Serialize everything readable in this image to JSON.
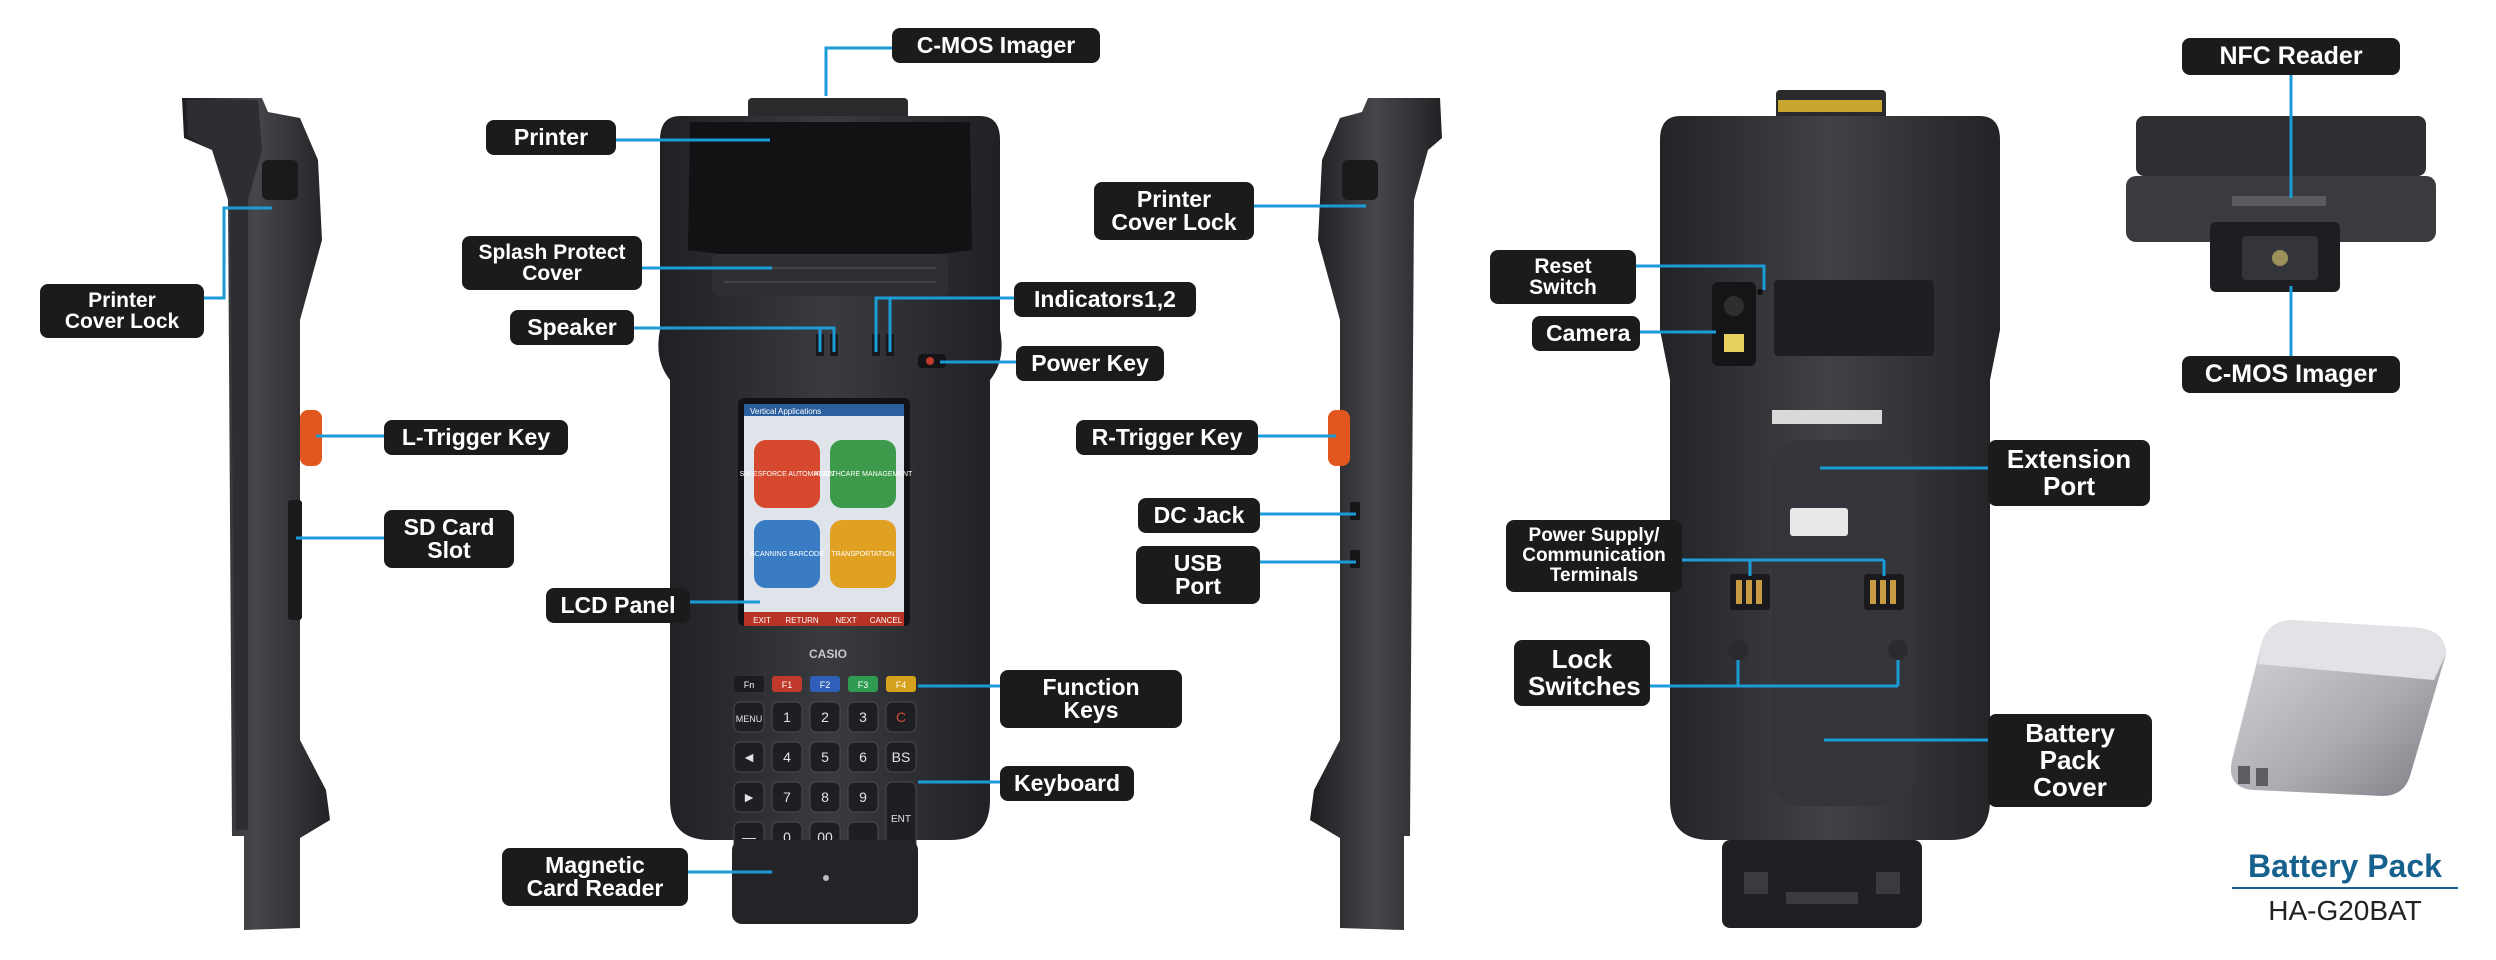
{
  "colors": {
    "leader_line": "#1b9bd7",
    "label_bg": "#1b1b1b",
    "label_text": "#ffffff",
    "body_dark": "#2b2b2e",
    "body_mid": "#3c3d41",
    "accent_orange": "#e2561f",
    "battery_title": "#17618f"
  },
  "labels": {
    "cmos_imager_top": "C-MOS Imager",
    "printer": "Printer",
    "splash_protect_cover": "Splash Protect\nCover",
    "speaker": "Speaker",
    "indicators": "Indicators1,2",
    "power_key": "Power Key",
    "lcd_panel": "LCD Panel",
    "function_keys": "Function Keys",
    "keyboard": "Keyboard",
    "magnetic_card_reader": "Magnetic\nCard Reader",
    "printer_cover_lock_left": "Printer\nCover Lock",
    "l_trigger_key": "L-Trigger Key",
    "sd_card_slot": "SD Card\nSlot",
    "printer_cover_lock_right": "Printer\nCover Lock",
    "r_trigger_key": "R-Trigger Key",
    "dc_jack": "DC Jack",
    "usb_port": "USB Port",
    "reset_switch": "Reset Switch",
    "camera": "Camera",
    "extension_port": "Extension\nPort",
    "power_supply_terminals": "Power Supply/\nCommunication\nTerminals",
    "lock_switches": "Lock\nSwitches",
    "battery_pack_cover": "Battery\nPack Cover",
    "nfc_reader": "NFC Reader",
    "cmos_imager_bottom": "C-MOS Imager"
  },
  "screen": {
    "title": "Vertical Applications",
    "tiles": [
      "SALESFORCE AUTOMATION",
      "HEALTHCARE MANAGEMENT",
      "SCANNING BARCODE",
      "TRANSPORTATION"
    ],
    "softkeys": [
      "EXIT",
      "RETURN",
      "NEXT",
      "CANCEL"
    ],
    "brand": "CASIO"
  },
  "keypad": {
    "function_row": [
      "Fn",
      "F1",
      "F2",
      "F3",
      "F4"
    ],
    "rows": [
      [
        "MENU",
        "1",
        "2",
        "3",
        "C"
      ],
      [
        "◄",
        "4",
        "5",
        "6",
        "BS"
      ],
      [
        "►",
        "7",
        "8",
        "9",
        ""
      ],
      [
        "—",
        "0",
        "00",
        ".",
        ""
      ]
    ],
    "enter_label": "ENT"
  },
  "battery": {
    "title": "Battery Pack",
    "model": "HA-G20BAT"
  }
}
